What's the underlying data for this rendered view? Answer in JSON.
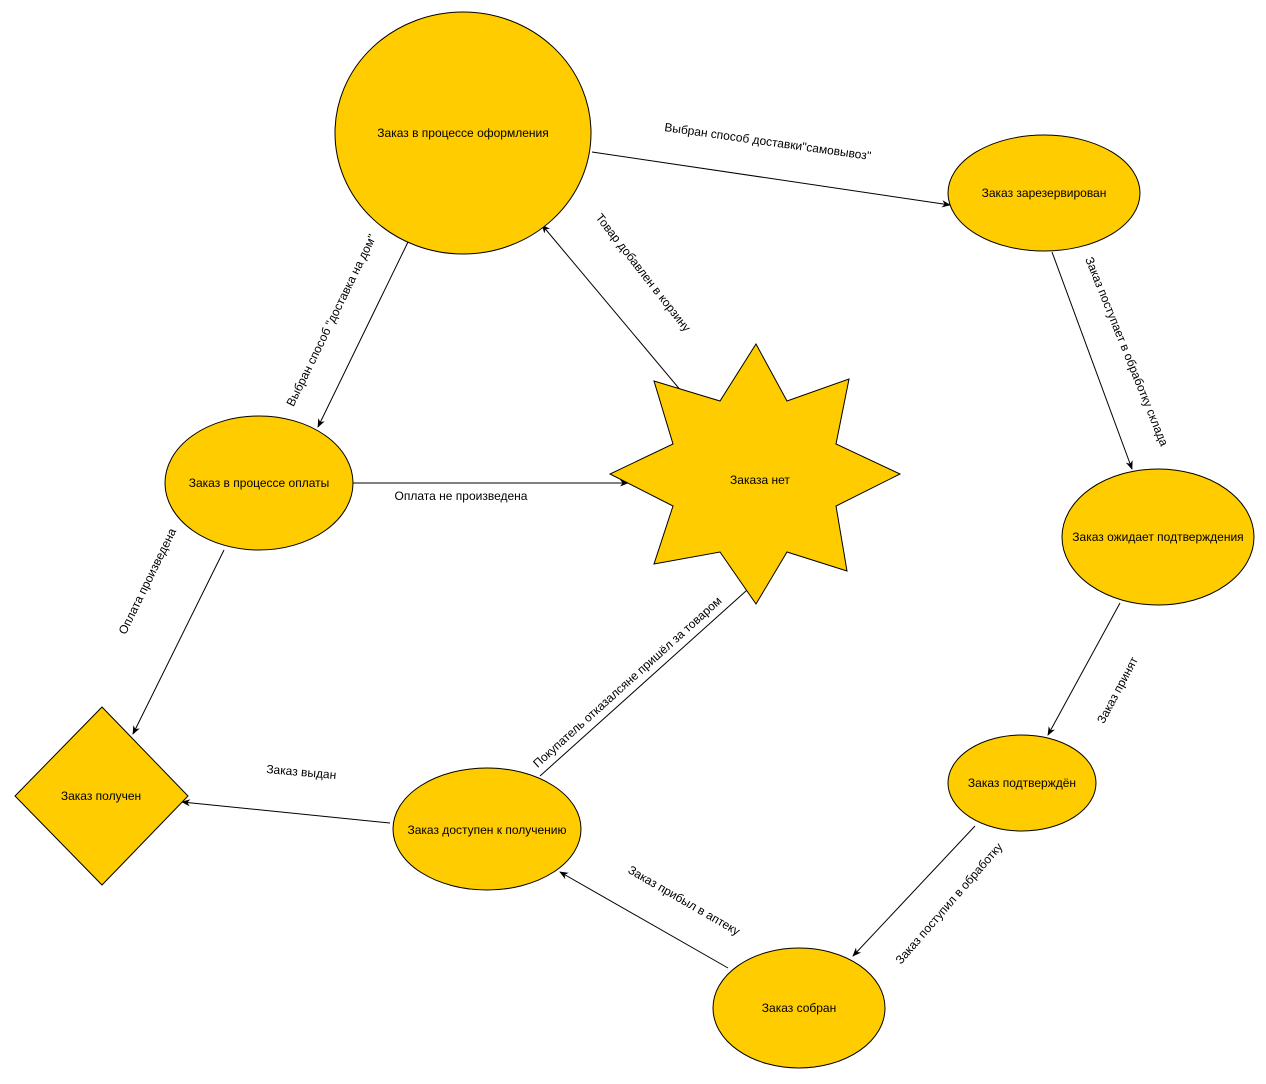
{
  "colors": {
    "node_fill": "#ffcc00",
    "stroke": "#000000",
    "background": "#ffffff"
  },
  "nodes": {
    "processing": "Заказ в процессе оформления",
    "reserved": "Заказ зарезервирован",
    "payment": "Заказ в процессе оплаты",
    "no_order": "Заказа нет",
    "awaiting": "Заказ ожидает подтверждения",
    "received": "Заказ получен",
    "confirmed": "Заказ подтверждён",
    "available": "Заказ доступен к получению",
    "assembled": "Заказ собран"
  },
  "edges": {
    "pickup": "Выбран способ доставки\"самовывоз\"",
    "home_delivery": "Выбран способ \"доставка на дом\"",
    "added_to_cart": "Товар добавлен в корзину",
    "warehouse": "Заказ поступает в обработку склада",
    "payment_failed": "Оплата не произведена",
    "payment_done": "Оплата произведена",
    "accepted": "Заказ принят",
    "refused": "Покупатель отказалсяне пришёл за товаром",
    "issued": "Заказ выдан",
    "arrived": "Заказ прибыл в аптеку",
    "to_processing": "Заказ поступил в обработку"
  }
}
